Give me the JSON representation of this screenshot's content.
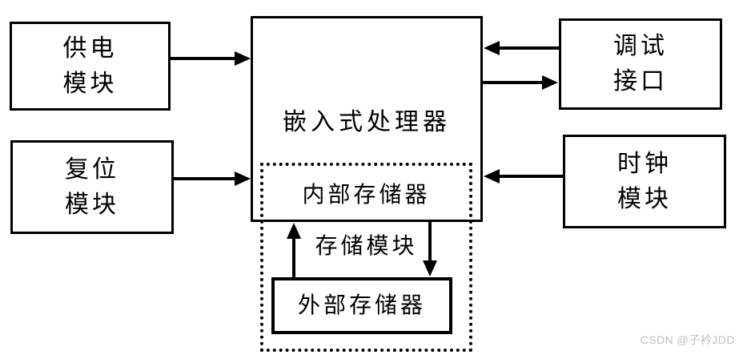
{
  "diagram": {
    "boxes": {
      "power": {
        "line1": "供电",
        "line2": "模块"
      },
      "reset": {
        "line1": "复位",
        "line2": "模块"
      },
      "processor": {
        "label": "嵌入式处理器"
      },
      "internal_memory": {
        "label": "内部存储器"
      },
      "storage_module": {
        "label": "存储模块"
      },
      "external_memory": {
        "label": "外部存储器"
      },
      "debug": {
        "line1": "调试",
        "line2": "接口"
      },
      "clock": {
        "line1": "时钟",
        "line2": "模块"
      }
    },
    "arrows": [
      {
        "from": "power",
        "to": "processor",
        "direction": "right"
      },
      {
        "from": "reset",
        "to": "processor",
        "direction": "right"
      },
      {
        "from": "debug",
        "to": "processor",
        "direction": "left"
      },
      {
        "from": "processor",
        "to": "debug",
        "direction": "right"
      },
      {
        "from": "clock",
        "to": "processor",
        "direction": "left"
      },
      {
        "from": "external_memory",
        "to": "processor",
        "direction": "up"
      },
      {
        "from": "processor",
        "to": "external_memory",
        "direction": "down"
      }
    ],
    "colors": {
      "line": "#000000",
      "background": "#ffffff",
      "watermark": "#c0c0c0"
    },
    "watermark": "CSDN @子衿JDD"
  }
}
